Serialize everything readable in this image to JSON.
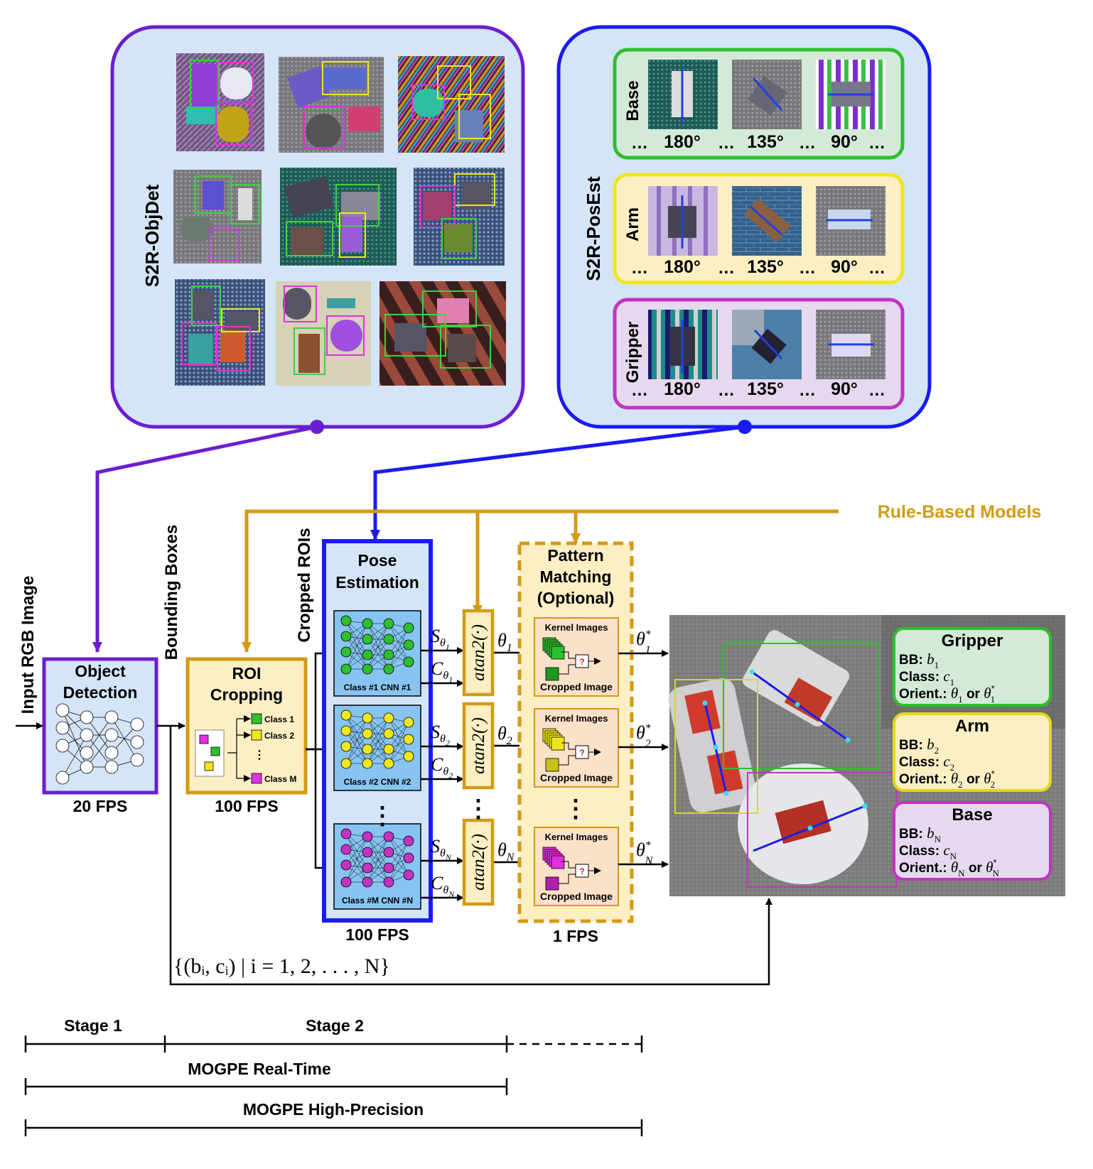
{
  "objdet": {
    "title": "S2R-ObjDet"
  },
  "posest": {
    "title": "S2R-PosEst",
    "rows": [
      {
        "name": "Base",
        "angles": [
          "180°",
          "135°",
          "90°"
        ]
      },
      {
        "name": "Arm",
        "angles": [
          "180°",
          "135°",
          "90°"
        ]
      },
      {
        "name": "Gripper",
        "angles": [
          "180°",
          "135°",
          "90°"
        ]
      }
    ],
    "dots": "…"
  },
  "rule_based": "Rule-Based Models",
  "input_label": "Input RGB Image",
  "bbox_label": "Bounding Boxes",
  "cropped_label": "Cropped ROIs",
  "object_detection": {
    "title_1": "Object",
    "title_2": "Detection",
    "fps": "20 FPS"
  },
  "roi_cropping": {
    "title_1": "ROI",
    "title_2": "Cropping",
    "fps": "100 FPS",
    "classes": [
      "Class 1",
      "Class 2",
      "Class M"
    ]
  },
  "pose_estimation": {
    "title_1": "Pose",
    "title_2": "Estimation",
    "fps": "100 FPS",
    "cnns": [
      "Class #1 CNN #1",
      "Class #2 CNN #2",
      "Class #M CNN #N"
    ]
  },
  "pattern_matching": {
    "title_1": "Pattern",
    "title_2": "Matching",
    "title_3": "(Optional)",
    "fps": "1 FPS",
    "kernel": "Kernel Images",
    "cropped": "Cropped Image",
    "q": "?"
  },
  "atan": "atan2(·)",
  "math": {
    "S": "S",
    "C": "C",
    "theta": "θ",
    "subs": [
      "1",
      "2",
      "N"
    ]
  },
  "bb_set": "{(bᵢ, cᵢ) | i = 1, 2, . . . , N}",
  "results": [
    {
      "name": "Gripper",
      "bb": "BB:",
      "cls": "Class:",
      "orient": "Orient.:",
      "or": "or",
      "sub": "1",
      "color": "#d4ead8",
      "border": "#2ebf2e"
    },
    {
      "name": "Arm",
      "bb": "BB:",
      "cls": "Class:",
      "orient": "Orient.:",
      "or": "or",
      "sub": "2",
      "color": "#fcefc4",
      "border": "#e3d81a"
    },
    {
      "name": "Base",
      "bb": "BB:",
      "cls": "Class:",
      "orient": "Orient.:",
      "or": "or",
      "sub": "N",
      "color": "#e6d9ef",
      "border": "#c233c2"
    }
  ],
  "stages": {
    "stage1": "Stage 1",
    "stage2": "Stage 2",
    "realtime": "MOGPE Real-Time",
    "highprec": "MOGPE High-Precision"
  },
  "colors": {
    "purple": "#6a1fcf",
    "blue": "#1b1bf0",
    "gold": "#d49a12",
    "green": "#2ebf2e",
    "yellow": "#f0e61e",
    "magenta": "#c233c2",
    "panel": "#d4e5f7"
  }
}
